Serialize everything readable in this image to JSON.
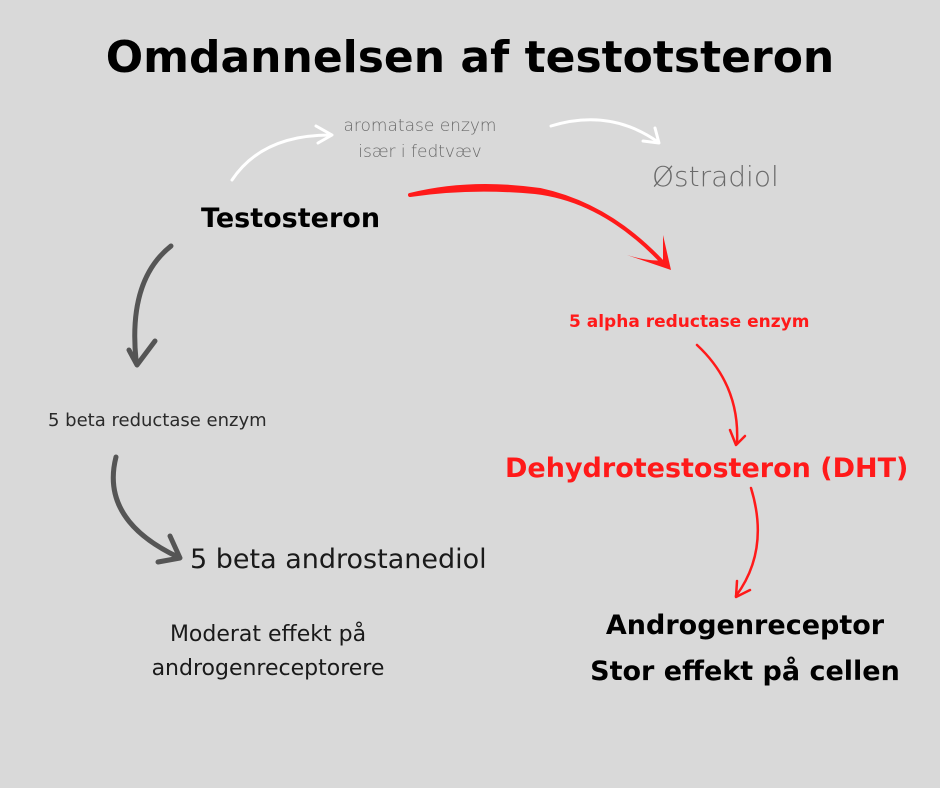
{
  "title": "Omdannelsen af testotsteron",
  "colors": {
    "background": "#d9d9d9",
    "primary_text": "#000000",
    "muted_text": "#6a6a6a",
    "accent_red": "#ff1a1a",
    "arrow_gray": "#555555",
    "arrow_white": "#ffffff"
  },
  "nodes": {
    "testosteron": "Testosteron",
    "ostradiol": "Østradiol",
    "dht": "Dehydrotestosteron (DHT)",
    "beta_androstanediol": "5 beta androstanediol",
    "androgenreceptor": "Androgenreceptor",
    "androgenreceptor_effect": "Stor effekt på cellen"
  },
  "enzymes": {
    "aromatase_line1": "aromatase enzym",
    "aromatase_line2": "især i fedtvæv",
    "alpha_reductase": "5 alpha reductase enzym",
    "beta_reductase": "5 beta reductase enzym"
  },
  "notes": {
    "beta_effect_line1": "Moderat effekt på",
    "beta_effect_line2": "androgenreceptorere"
  },
  "arrows": [
    {
      "from": "testosteron",
      "to": "aromatase",
      "color": "white",
      "icon": "curved-arrow-icon"
    },
    {
      "from": "aromatase",
      "to": "ostradiol",
      "color": "white",
      "icon": "curved-arrow-icon"
    },
    {
      "from": "testosteron",
      "to": "alpha_reductase",
      "color": "red",
      "icon": "curved-arrow-icon"
    },
    {
      "from": "alpha_reductase",
      "to": "dht",
      "color": "red",
      "icon": "curved-arrow-icon"
    },
    {
      "from": "dht",
      "to": "androgenreceptor",
      "color": "red",
      "icon": "curved-arrow-icon"
    },
    {
      "from": "testosteron",
      "to": "beta_reductase",
      "color": "gray",
      "icon": "curved-arrow-icon"
    },
    {
      "from": "beta_reductase",
      "to": "beta_androstanediol",
      "color": "gray",
      "icon": "curved-arrow-icon"
    }
  ]
}
